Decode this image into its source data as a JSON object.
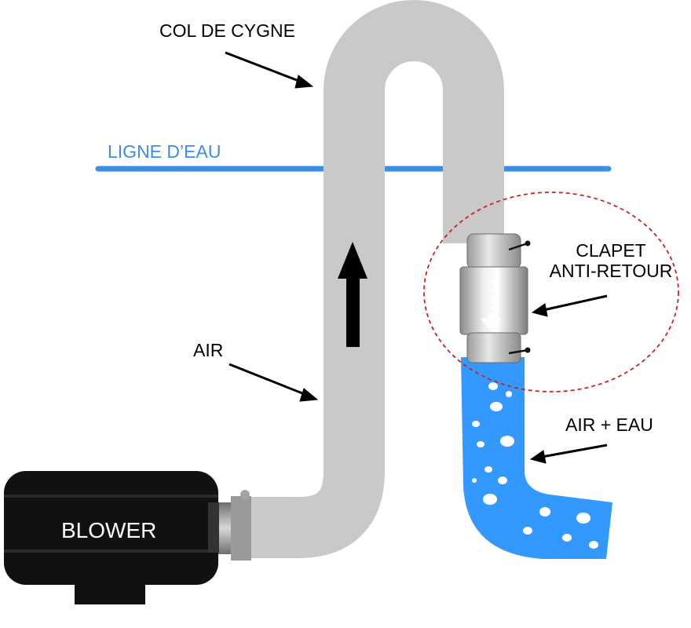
{
  "labels": {
    "gooseneck": "COL DE CYGNE",
    "waterline": "LIGNE D’EAU",
    "check_valve_line1": "CLAPET",
    "check_valve_line2": "ANTI-RETOUR",
    "air": "AIR",
    "air_water": "AIR + EAU",
    "blower": "BLOWER",
    "valve_flow": "FLOW"
  },
  "colors": {
    "pipe": "#c9c9c9",
    "water": "#3399ff",
    "waterline": "#3a8ee6",
    "blower": "#111111",
    "valve_circle": "#cc2222",
    "arrow": "#000000"
  },
  "icons": {
    "flow_arrow": "down-arrow-icon",
    "air_direction": "up-arrow-icon"
  }
}
